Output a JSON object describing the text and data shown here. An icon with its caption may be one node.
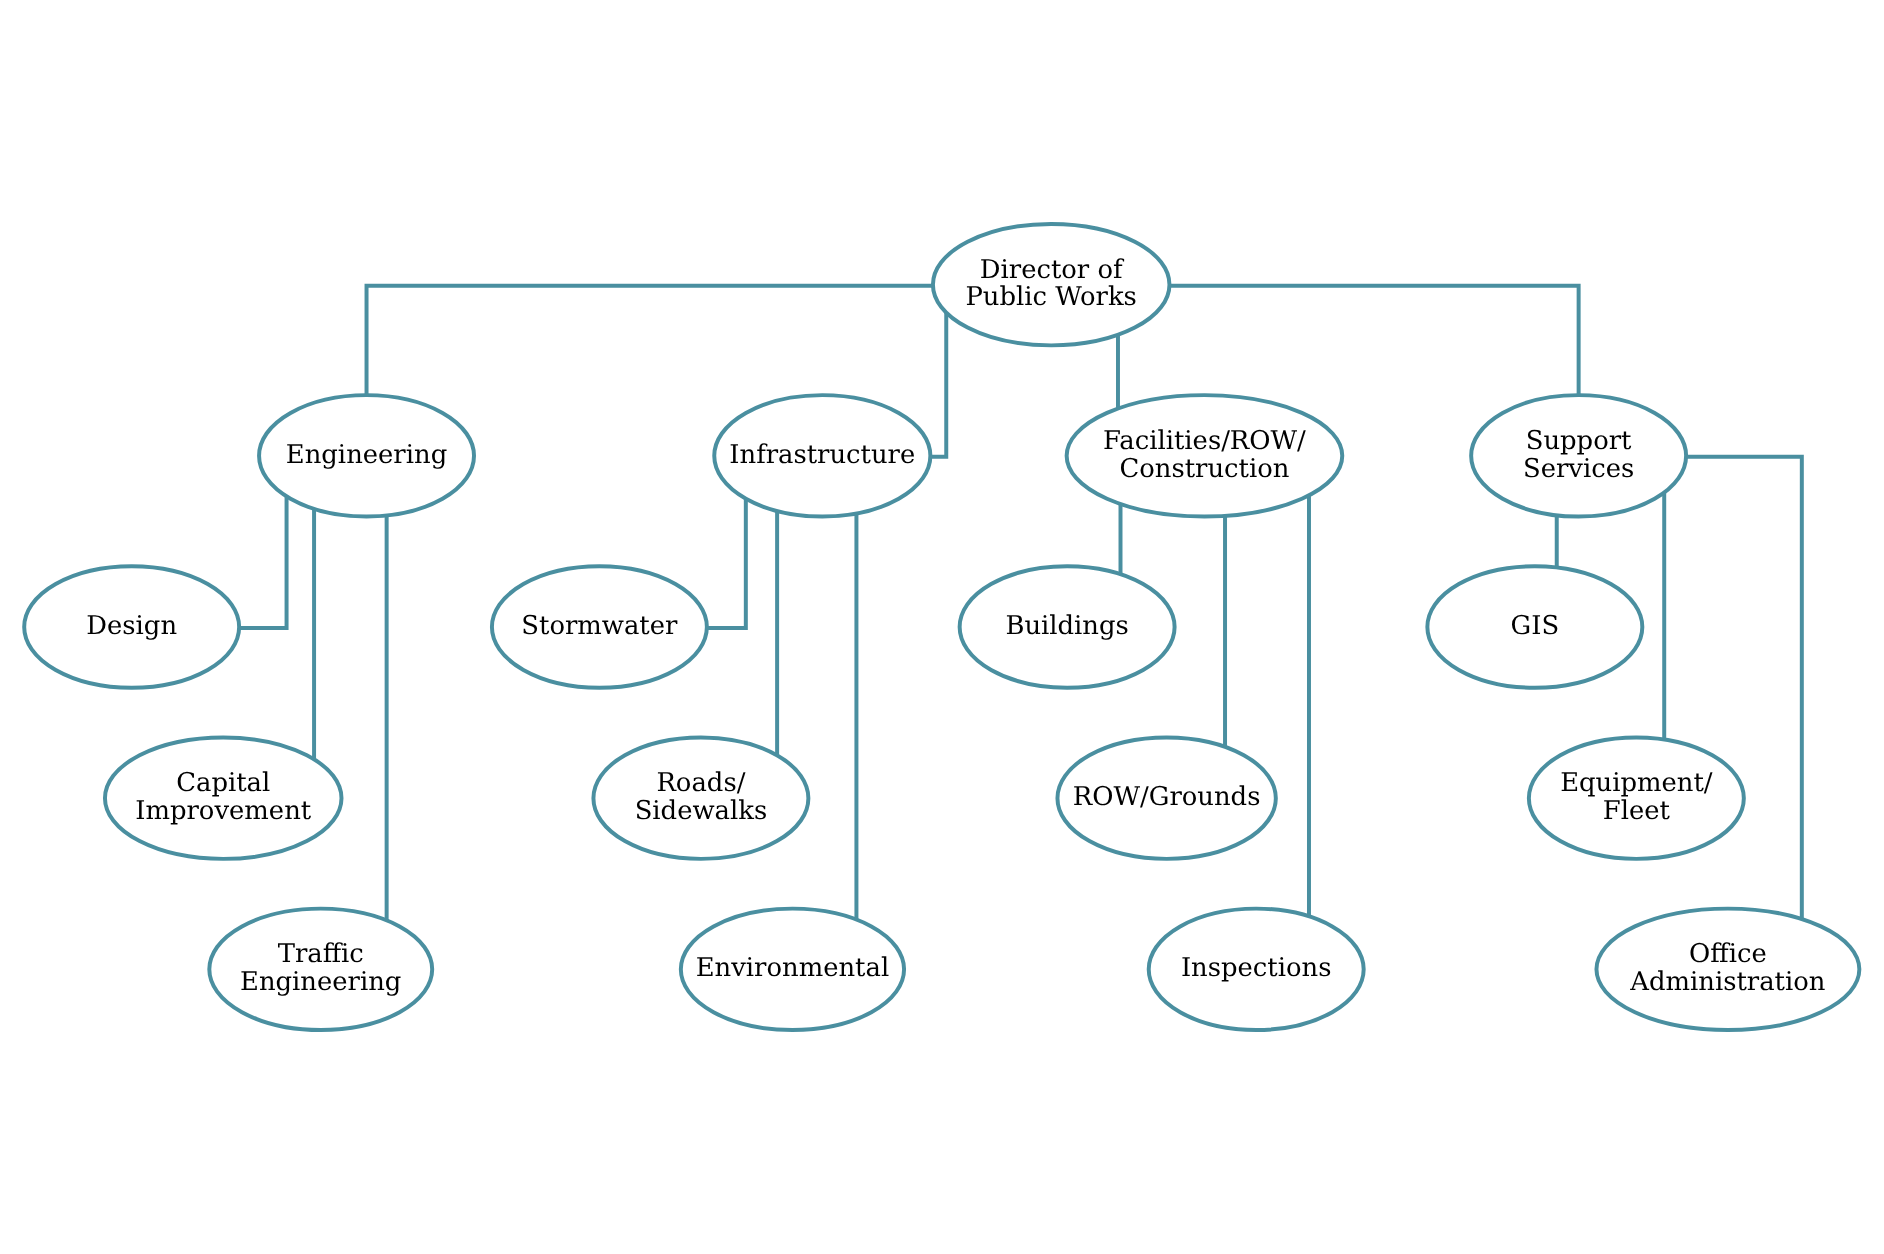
{
  "diagram": {
    "nodes": [
      {
        "text": [
          "Director of Public Works"
        ]
      },
      {
        "text": [
          "Engineering"
        ]
      },
      {
        "text": [
          "Infrastructure"
        ]
      },
      {
        "text": [
          "Facilities/ROW/ Construction"
        ]
      },
      {
        "text": [
          "Support Services"
        ]
      },
      {
        "text": [
          "Design"
        ]
      },
      {
        "text": [
          "Capital Improvement"
        ]
      },
      {
        "text": [
          "Traffic Engineering"
        ]
      },
      {
        "text": [
          "Stormwater"
        ]
      },
      {
        "text": [
          "Roads/ Sidewalks"
        ]
      },
      {
        "text": [
          "Environmental"
        ]
      },
      {
        "text": [
          "Buildings"
        ]
      },
      {
        "text": [
          "ROW/Grounds"
        ]
      },
      {
        "text": [
          "Inspections"
        ]
      },
      {
        "text": [
          "GIS"
        ]
      },
      {
        "text": [
          "Equipment/ Fleet"
        ]
      },
      {
        "text": [
          "Office Administration"
        ]
      }
    ],
    "edges": [
      {
        "from": 0,
        "to": 1,
        "arrow": "none"
      },
      {
        "from": 0,
        "to": 2,
        "arrow": "none"
      },
      {
        "from": 0,
        "to": 3,
        "arrow": "none"
      },
      {
        "from": 0,
        "to": 4,
        "arrow": "none"
      },
      {
        "from": 1,
        "to": 5,
        "arrow": "none"
      },
      {
        "from": 1,
        "to": 6,
        "arrow": "none"
      },
      {
        "from": 1,
        "to": 7,
        "arrow": "none"
      },
      {
        "from": 2,
        "to": 8,
        "arrow": "none"
      },
      {
        "from": 2,
        "to": 9,
        "arrow": "none"
      },
      {
        "from": 2,
        "to": 10,
        "arrow": "none"
      },
      {
        "from": 3,
        "to": 11,
        "arrow": "none"
      },
      {
        "from": 3,
        "to": 12,
        "arrow": "none"
      },
      {
        "from": 3,
        "to": 13,
        "arrow": "none"
      },
      {
        "from": 4,
        "to": 14,
        "arrow": "none"
      },
      {
        "from": 4,
        "to": 15,
        "arrow": "none"
      },
      {
        "from": 4,
        "to": 16,
        "arrow": "none"
      }
    ]
  }
}
